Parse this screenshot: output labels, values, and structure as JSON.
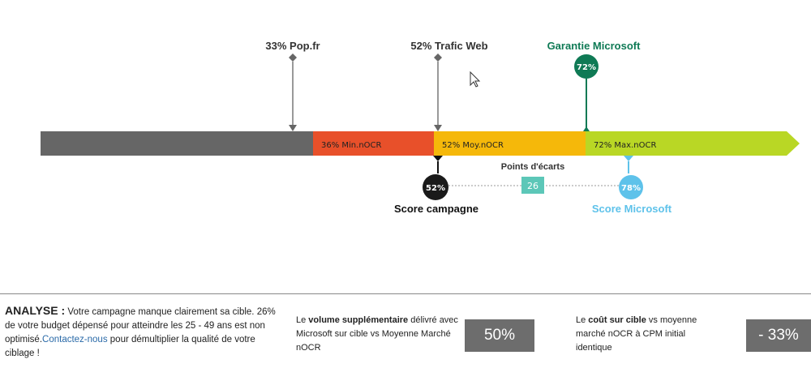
{
  "scale": {
    "segments": [
      {
        "label": "",
        "from": 0,
        "to": 33,
        "color": "#666666"
      },
      {
        "label": "36% Min.nOCR",
        "from": 33,
        "to": 52,
        "color": "#e8502a"
      },
      {
        "label": "52% Moy.nOCR",
        "from": 52,
        "to": 72,
        "color": "#f5b80a"
      },
      {
        "label": "72% Max.nOCR",
        "from": 72,
        "to": 100,
        "color": "#b9d725"
      }
    ]
  },
  "top_markers": [
    {
      "label": "33% Pop.fr",
      "value": 33,
      "color": "#555555"
    },
    {
      "label": "52% Trafic Web",
      "value": 52,
      "color": "#555555"
    }
  ],
  "guarantee": {
    "title": "Garantie Microsoft",
    "value": "72%",
    "color": "#0f7a55"
  },
  "campaign": {
    "value": "52%",
    "label": "Score campagne",
    "color": "#1a1a1a"
  },
  "microsoft": {
    "value": "78%",
    "label": "Score Microsoft",
    "color": "#5ec2ea"
  },
  "gap": {
    "title": "Points d'écarts",
    "value": "26",
    "color": "#5cc7b8"
  },
  "analysis": {
    "heading": "ANALYSE :",
    "text1": " Votre campagne manque clairement sa cible. 26% de votre budget dépensé pour atteindre les 25 - 49 ans est non optimisé.",
    "link": "Contactez-nous",
    "text2": " pour démultiplier la qualité de votre ciblage !"
  },
  "stat1": {
    "pre": "Le ",
    "bold": "volume supplémentaire",
    "post": " délivré avec Microsoft sur cible vs Moyenne Marché nOCR",
    "value": "50%"
  },
  "stat2": {
    "pre": "Le ",
    "bold": "coût sur cible",
    "post": " vs moyenne marché nOCR à CPM initial identique",
    "value": "- 33%"
  }
}
